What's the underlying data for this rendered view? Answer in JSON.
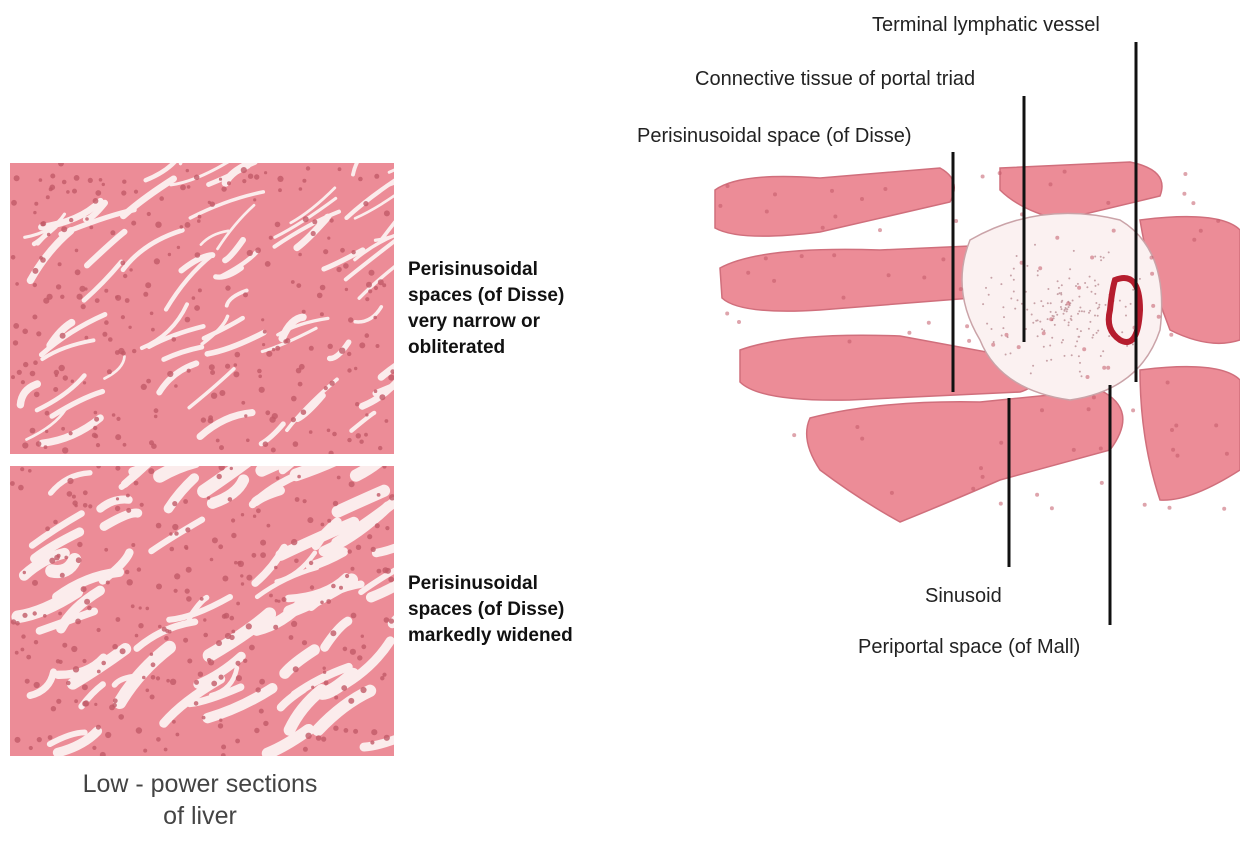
{
  "colors": {
    "tissue": "#ec8c97",
    "tissue_light": "#f4b9bf",
    "nucleus": "#c25a68",
    "space": "#fbecec",
    "vessel": "#b51d2e",
    "line": "#111111"
  },
  "panels": {
    "top_label": [
      "Perisinusoidal",
      "spaces (of Disse)",
      "very narrow or",
      "obliterated"
    ],
    "bottom_label": [
      "Perisinusoidal",
      "spaces (of Disse)",
      "markedly widened"
    ],
    "caption": [
      "Low - power sections",
      "of liver"
    ]
  },
  "callouts": {
    "terminal_lymphatic": "Terminal lymphatic vessel",
    "connective_tissue": "Connective tissue of portal triad",
    "perisinusoidal_space": "Perisinusoidal space (of Disse)",
    "sinusoid": "Sinusoid",
    "periportal_space": "Periportal space (of Mall)"
  }
}
